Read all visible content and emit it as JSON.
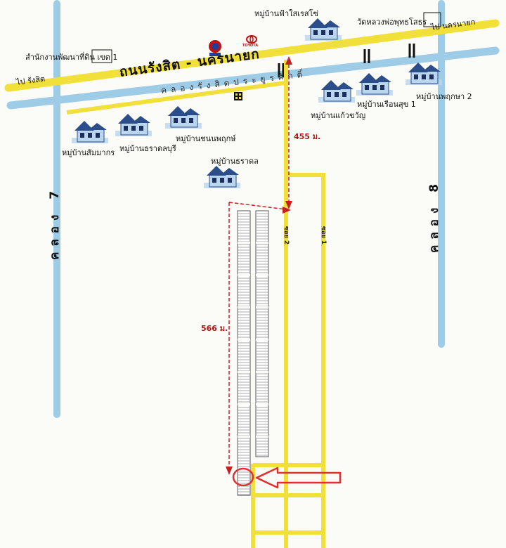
{
  "road": {
    "name": "ถนนรังสิต - นครนายก",
    "to_left": "ไป รังสิต",
    "to_right": "ไป นครนายก"
  },
  "canal": {
    "name": "คลองรังสิตประยูรศักดิ์"
  },
  "side_canals": {
    "left": "คลอง 7",
    "right": "คลอง 8"
  },
  "places": {
    "land_office": "สำนักงานพัฒนาที่ดิน เขต 1",
    "freshy_village": "หมู่บ้านฟ้าใสเรสโซ่",
    "temple": "วัดหลวงพ่อพุทธโสธร",
    "kaeo_khwan": "หมู่บ้านแก้วขวัญ",
    "ruean_suk": "หมู่บ้านเรือนสุข 1",
    "phruksa": "หมู่บ้านพฤกษา 2",
    "sam_makorn": "หมู่บ้านสัมมากร",
    "tharakorn": "หมู่บ้านธราดลบุรี",
    "chanont": "หมู่บ้านชนนพฤกษ์",
    "tharadol": "หมู่บ้านธราดล"
  },
  "logos": {
    "toyota": "TOYOTA"
  },
  "streets": {
    "soi_a": "ซอย 2",
    "soi_b": "ซอย 1"
  },
  "distances": {
    "to_main_road": "455 ม.",
    "along_lots": "566 ม."
  },
  "colors": {
    "road": "#f2e03a",
    "canal": "#9ecbe6",
    "distance_marker": "#c42020",
    "target_marker": "#e23030",
    "house_roof": "#2b4d8a",
    "house_wall": "#b9d6ee",
    "lot_row": "#a9a9a9"
  }
}
